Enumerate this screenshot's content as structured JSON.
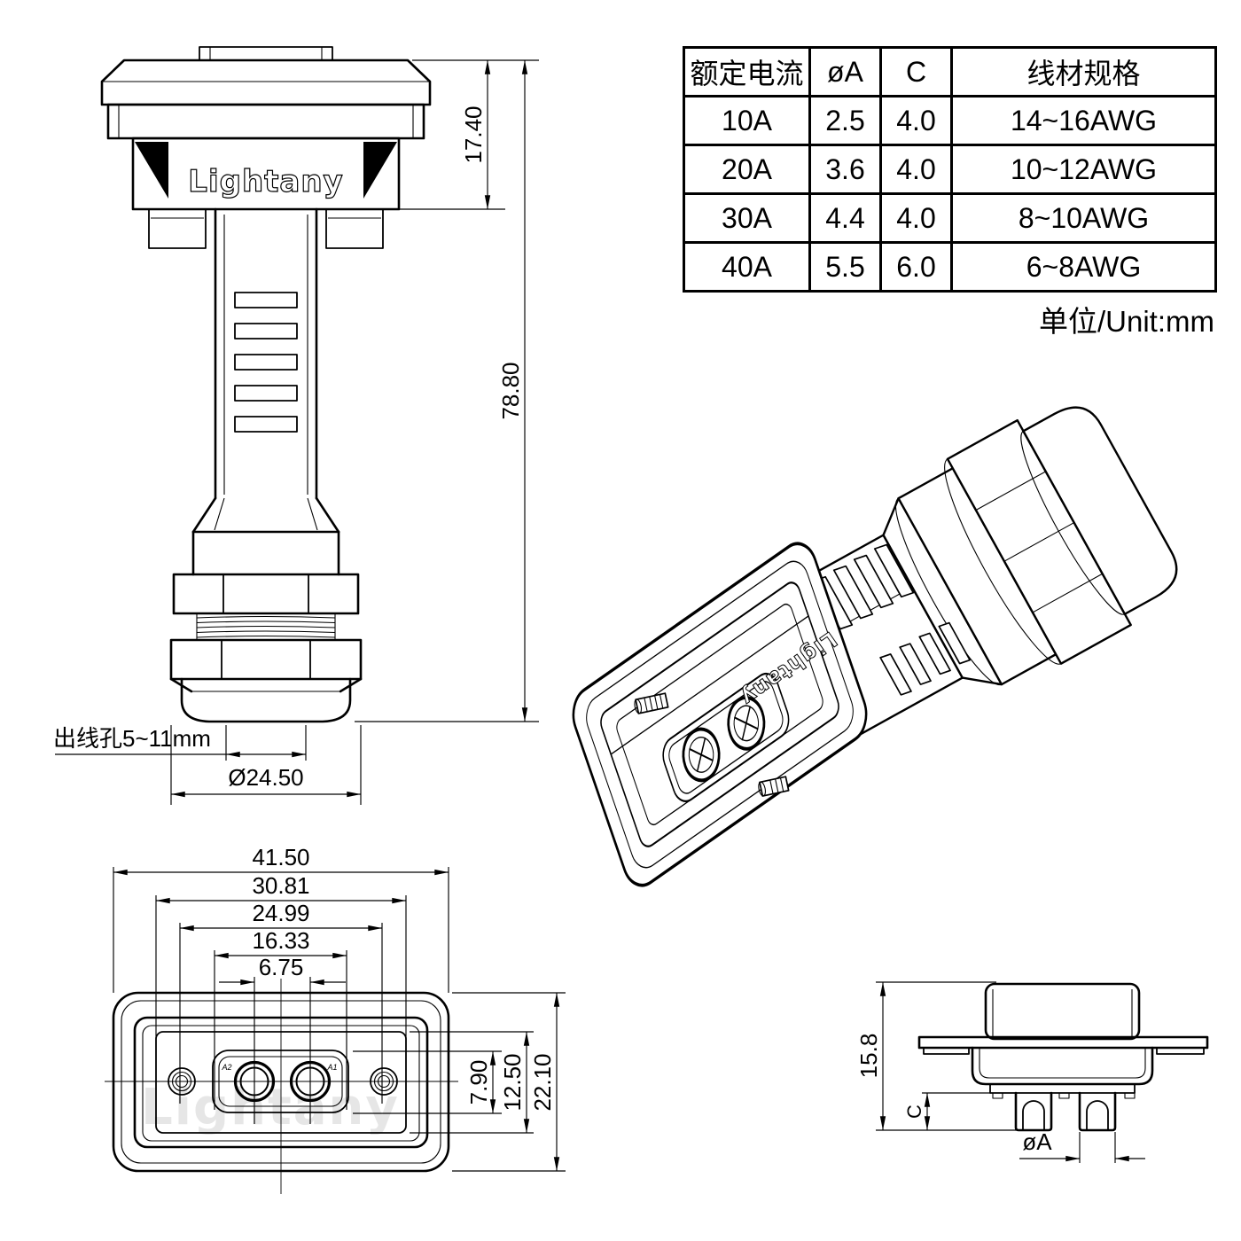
{
  "page": {
    "background": "#ffffff",
    "line_color": "#000000",
    "watermark_color": "#e6e6e6"
  },
  "brand": "Lightany",
  "spec_table": {
    "headers": [
      "额定电流",
      "øA",
      "C",
      "线材规格"
    ],
    "rows": [
      [
        "10A",
        "2.5",
        "4.0",
        "14~16AWG"
      ],
      [
        "20A",
        "3.6",
        "4.0",
        "10~12AWG"
      ],
      [
        "30A",
        "4.4",
        "4.0",
        "8~10AWG"
      ],
      [
        "40A",
        "5.5",
        "6.0",
        "6~8AWG"
      ]
    ],
    "unit_note": "单位/Unit:mm"
  },
  "front_view": {
    "brand_label": "Lightany",
    "dim_head_height": "17.40",
    "dim_total_height": "78.80",
    "dim_gland_diameter": "Ø24.50",
    "cable_hole_label": "出线孔5~11mm"
  },
  "face_view": {
    "dim_overall_width": "41.50",
    "dim_shell_width": "30.81",
    "dim_screw_spacing": "24.99",
    "dim_insert_width": "16.33",
    "dim_pin_spacing": "6.75",
    "dim_insert_height": "7.90",
    "dim_panel_height": "12.50",
    "dim_overall_height": "22.10",
    "pin_labels": [
      "A2",
      "A1"
    ],
    "watermark": "Lightany"
  },
  "side_view": {
    "dim_height": "15.8",
    "dim_tail": "C",
    "dim_pin_diameter": "øA"
  },
  "iso_view": {
    "brand_label": "Lightany"
  }
}
